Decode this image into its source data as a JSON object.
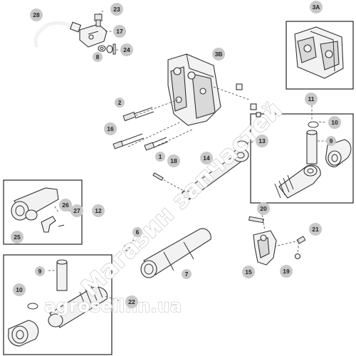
{
  "callouts": [
    {
      "id": "c28",
      "label": "28"
    },
    {
      "id": "c23",
      "label": "23"
    },
    {
      "id": "c17",
      "label": "17"
    },
    {
      "id": "c8",
      "label": "8"
    },
    {
      "id": "c24",
      "label": "24"
    },
    {
      "id": "c3A",
      "label": "3A"
    },
    {
      "id": "c3B",
      "label": "3B"
    },
    {
      "id": "c2",
      "label": "2"
    },
    {
      "id": "c16",
      "label": "16"
    },
    {
      "id": "c1",
      "label": "1"
    },
    {
      "id": "c14",
      "label": "14"
    },
    {
      "id": "c13",
      "label": "13"
    },
    {
      "id": "c11",
      "label": "11"
    },
    {
      "id": "c10a",
      "label": "10"
    },
    {
      "id": "c9a",
      "label": "9"
    },
    {
      "id": "c18",
      "label": "18"
    },
    {
      "id": "c26",
      "label": "26"
    },
    {
      "id": "c27",
      "label": "27"
    },
    {
      "id": "c12",
      "label": "12"
    },
    {
      "id": "c25",
      "label": "25"
    },
    {
      "id": "c20",
      "label": "20"
    },
    {
      "id": "c6",
      "label": "6"
    },
    {
      "id": "c21",
      "label": "21"
    },
    {
      "id": "c15",
      "label": "15"
    },
    {
      "id": "c19",
      "label": "19"
    },
    {
      "id": "c7",
      "label": "7"
    },
    {
      "id": "c9b",
      "label": "9"
    },
    {
      "id": "c10b",
      "label": "10"
    },
    {
      "id": "c22",
      "label": "22"
    }
  ],
  "watermark": {
    "text": "Магазин запчастей",
    "url": "agrosell.in.ua"
  },
  "colors": {
    "line": "#333333",
    "callout_fill": "#c8c8c8",
    "watermark_outline": "#c7c7c7"
  }
}
